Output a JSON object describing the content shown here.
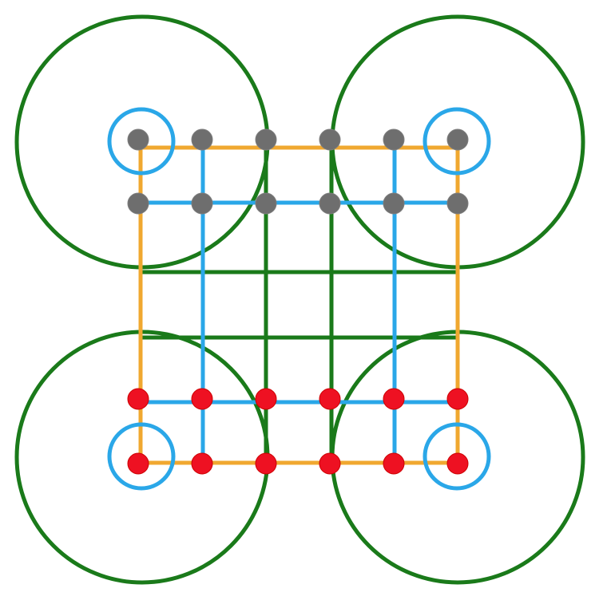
{
  "colors": {
    "background": "#ffffff",
    "green": "#1a7a1a",
    "blue": "#2aa7e8",
    "orange": "#f0a830",
    "gray_fill": "#6e6e6e",
    "gray_stroke": "#7d7d7d",
    "red_fill": "#ee1122",
    "red_stroke": "#cc0000"
  },
  "peg_rows": {
    "gray_count": 2,
    "red_count": 2,
    "per_row": 6
  }
}
